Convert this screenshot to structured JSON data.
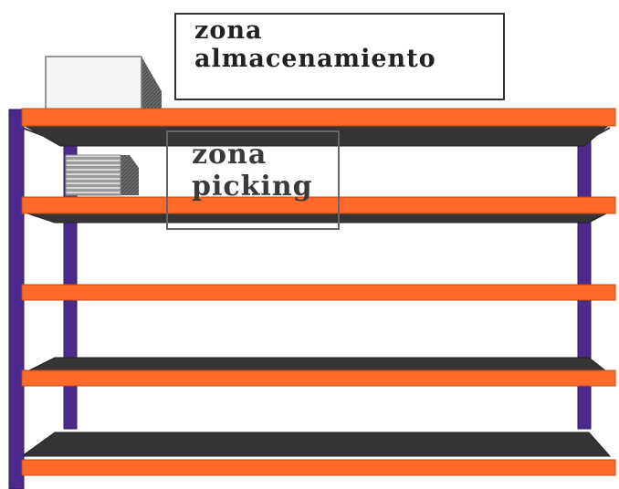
{
  "labels": {
    "storage_zone": [
      "zona",
      "almacenamiento"
    ],
    "picking_zone": [
      "zona",
      "picking"
    ]
  },
  "colors": {
    "upright": "#4b2a8c",
    "upright_edge": "#2d1a5a",
    "beam": "#ff6a2a",
    "beam_edge": "#c24a14",
    "deck": "#3a3a3a",
    "box_face": "#f2f2f2",
    "box_side": "#6a6a6a"
  },
  "shelf_levels": 5
}
